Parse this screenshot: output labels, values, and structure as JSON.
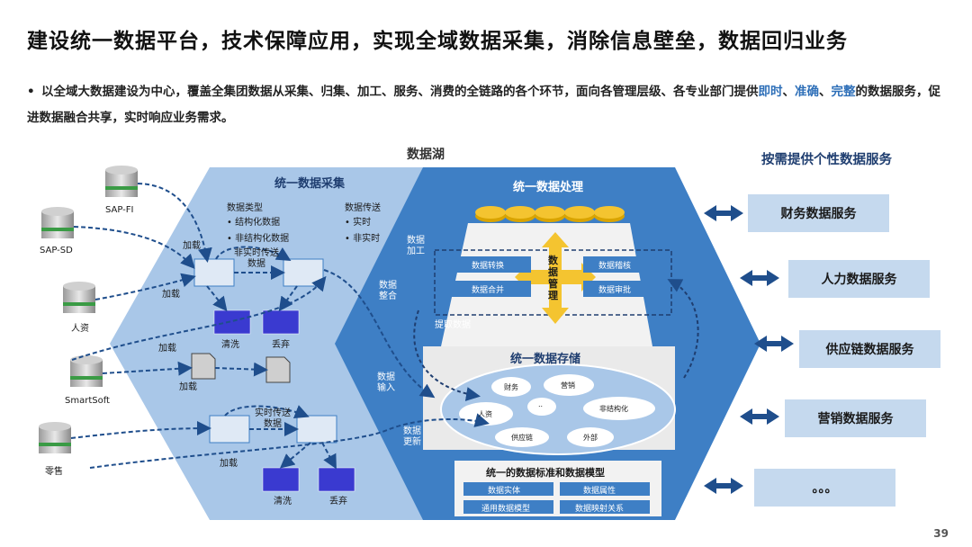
{
  "title": "建设统一数据平台，技术保障应用，实现全域数据采集，消除信息壁垒，数据回归业务",
  "intro": {
    "part1": "以全域大数据建设为中心，覆盖全集团数据从采集、归集、加工、服务、消费的全链路的各个环节，面向各管理层级、各专业部门提供",
    "hl1": "即时",
    "sep1": "、",
    "hl2": "准确",
    "sep2": "、",
    "hl3": "完整",
    "part2": "的数据服务，促进数据融合共享，实时响应业务需求。"
  },
  "diagram": {
    "lake_label": "数据湖",
    "collect_title": "统一数据采集",
    "data_type_label": "数据类型",
    "data_type_items": [
      "• 结构化数据",
      "• 非结构化数据"
    ],
    "transfer_label": "数据传送",
    "transfer_items": [
      "• 实时",
      "• 非实时"
    ],
    "non_realtime": "非实时传送\n数据",
    "realtime": "实时传送\n数据",
    "load_labels": [
      "加载",
      "加载",
      "加载",
      "加载",
      "加载"
    ],
    "clean": "清洗",
    "discard": "丢弃",
    "clean2": "清洗",
    "discard2": "丢弃",
    "sources": [
      "SAP-FI",
      "SAP-SD",
      "人资",
      "SmartSoft",
      "零售"
    ],
    "process_title": "统一数据处理",
    "process_left": "数据\n加工",
    "process_left2": "数据\n整合",
    "data_input": "数据\n输入",
    "data_update": "数据\n更新",
    "mgmt": "数\n据\n管\n理",
    "ops": [
      "数据转换",
      "数据合并",
      "数据稽核",
      "数据审批"
    ],
    "extract": "提取数据",
    "storage_title": "统一数据存储",
    "domains": [
      "财务",
      "营销",
      "人资",
      "..",
      "非结构化",
      "供应链",
      "外部"
    ],
    "std_title": "统一的数据标准和数据模型",
    "std_items": [
      "数据实体",
      "数据属性",
      "通用数据模型",
      "数据映射关系"
    ]
  },
  "services": {
    "heading": "按需提供个性数据服务",
    "items": [
      "财务数据服务",
      "人力数据服务",
      "供应链数据服务",
      "营销数据服务",
      "。。。"
    ]
  },
  "page_number": "39",
  "colors": {
    "dark_blue": "#2e6fb8",
    "light_blue": "#c5d9ee",
    "accent_yellow": "#f4c430",
    "cylinder_green": "#3a9b45"
  }
}
